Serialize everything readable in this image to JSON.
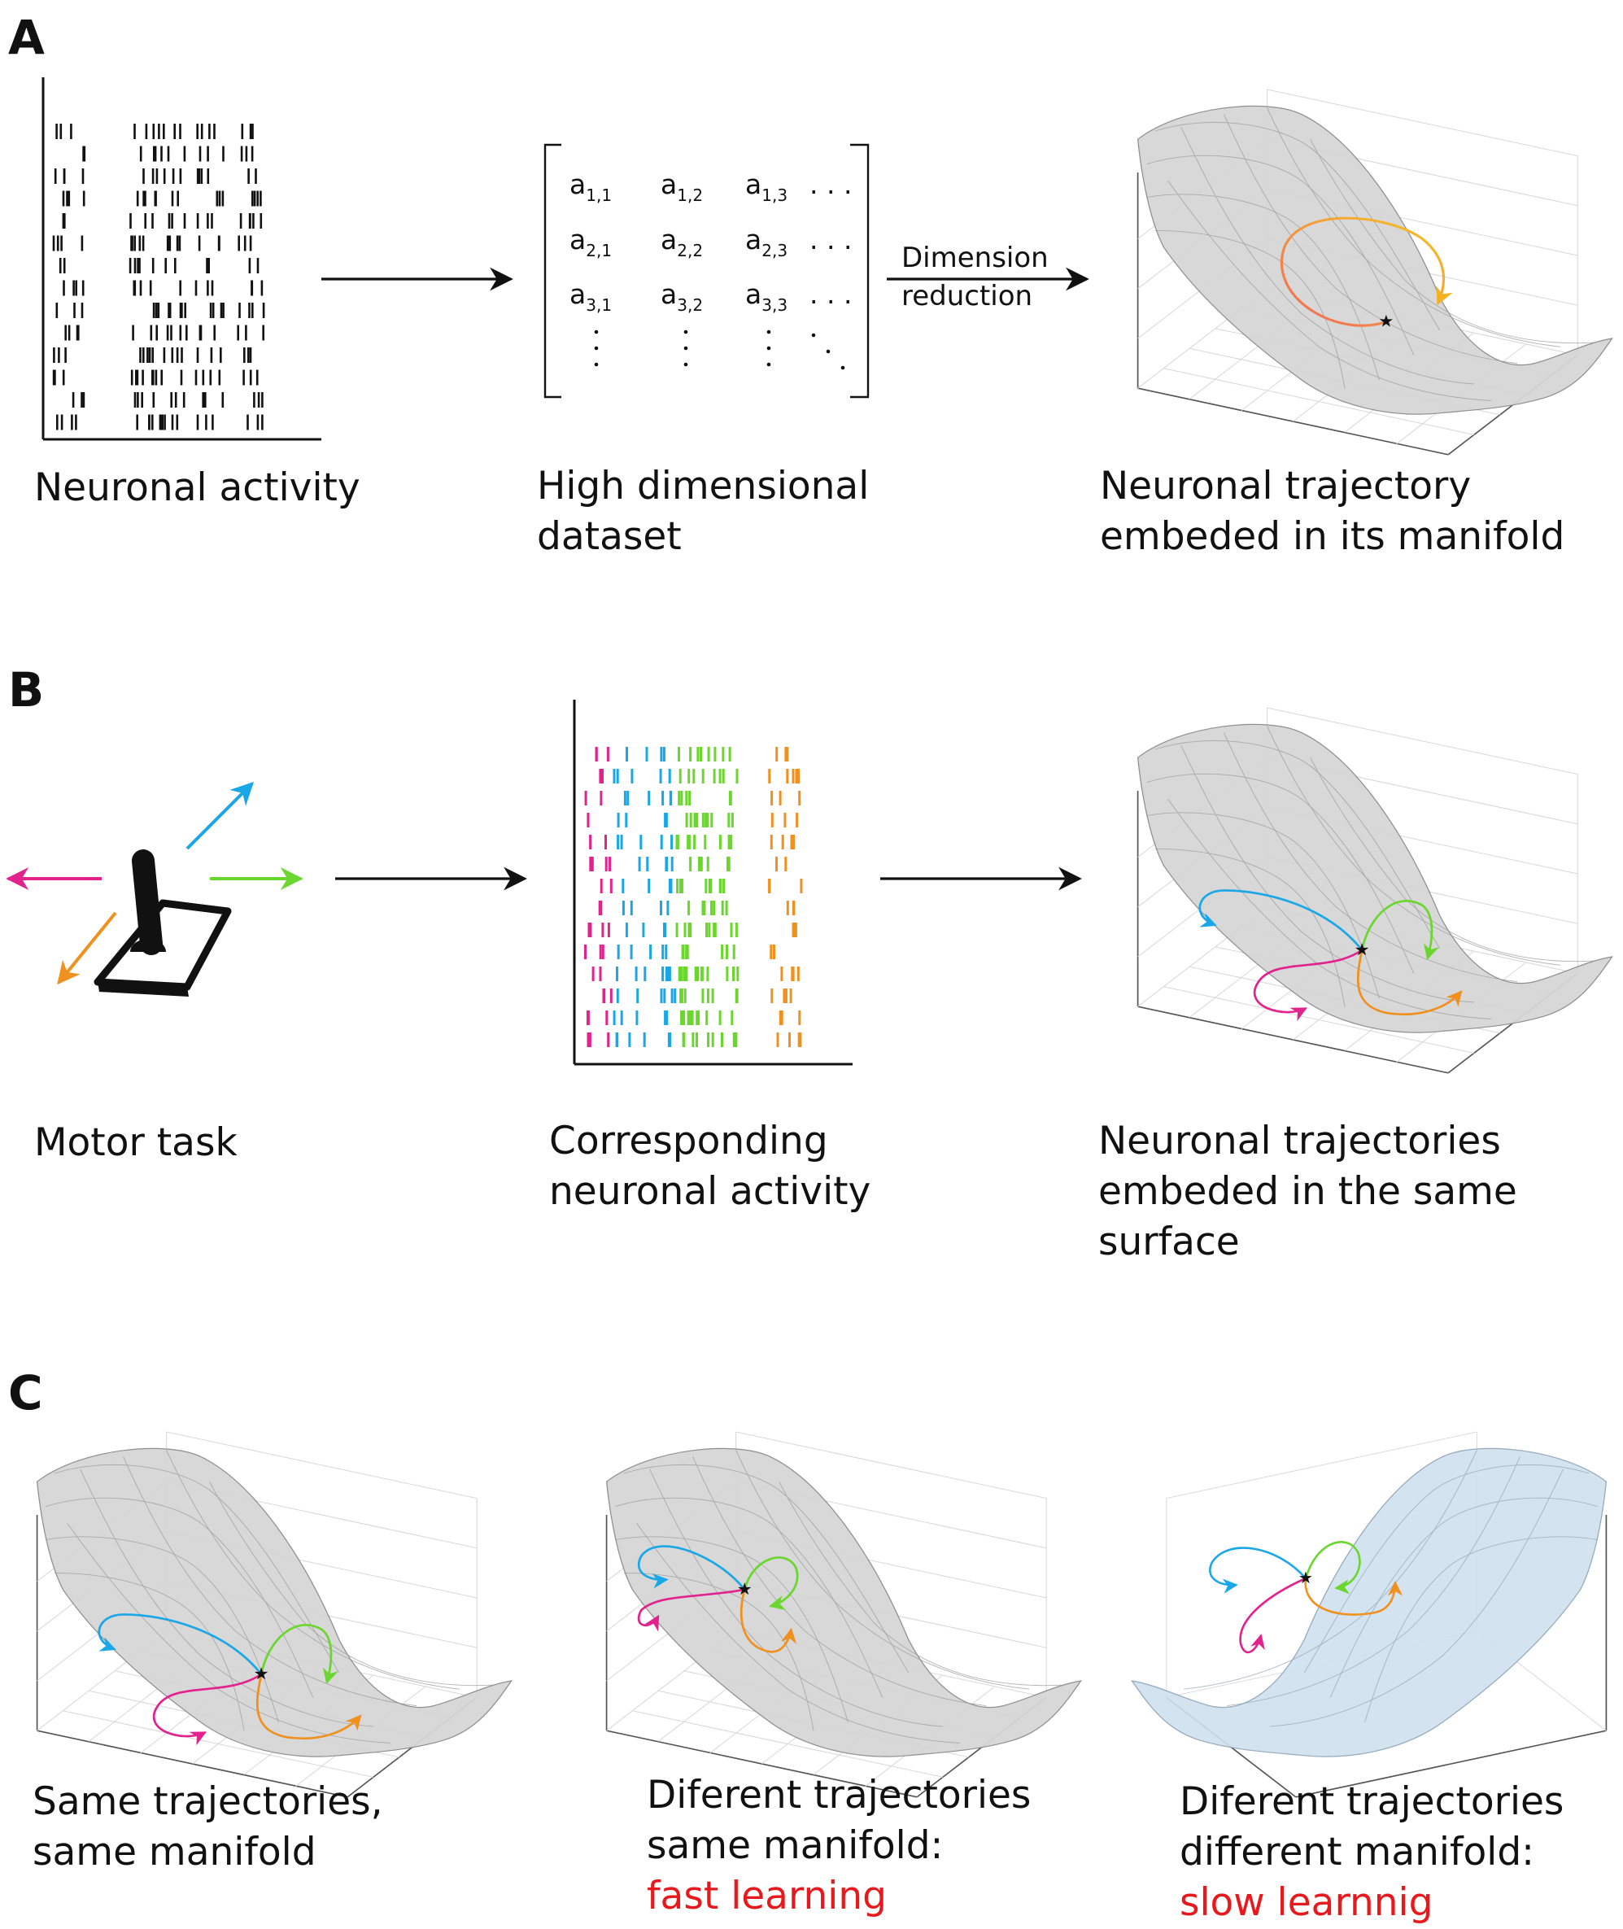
{
  "panels": {
    "a": {
      "letter": "A",
      "raster_caption": "Neuronal activity",
      "matrix_caption": [
        "High dimensional",
        "dataset"
      ],
      "matrix_entries": [
        [
          "a1,1",
          "a1,2",
          "a1,3"
        ],
        [
          "a2,1",
          "a2,2",
          "a2,3"
        ],
        [
          "a3,1",
          "a3,2",
          "a3,3"
        ]
      ],
      "matrix_row_ellipsis": ". . .",
      "arrow_label": [
        "Dimension",
        "reduction"
      ],
      "manifold_caption": [
        "Neuronal trajectory",
        "embeded in its manifold"
      ]
    },
    "b": {
      "letter": "B",
      "task_caption": "Motor task",
      "raster_caption": [
        "Corresponding",
        "neuronal activity"
      ],
      "manifold_caption": [
        "Neuronal trajectories",
        "embeded in the same",
        "surface"
      ]
    },
    "c": {
      "letter": "C",
      "captions": [
        {
          "lines": [
            "Same trajectories,",
            "same manifold"
          ],
          "highlight": ""
        },
        {
          "lines": [
            "Diferent trajectories",
            "same manifold:"
          ],
          "highlight": "fast learning"
        },
        {
          "lines": [
            "Diferent trajectories",
            "different manifold:"
          ],
          "highlight": "slow learnnig"
        }
      ]
    }
  },
  "colors": {
    "left": "#e3238d",
    "up_right": "#1aa7e8",
    "right": "#6ad62e",
    "down_left": "#f0901e",
    "trajectory_start": "#f2685a",
    "trajectory_end": "#f5c61f",
    "surface": "#d4d4d4",
    "surface_alt": "#cfe0ee",
    "highlight_text": "#e8191c"
  }
}
